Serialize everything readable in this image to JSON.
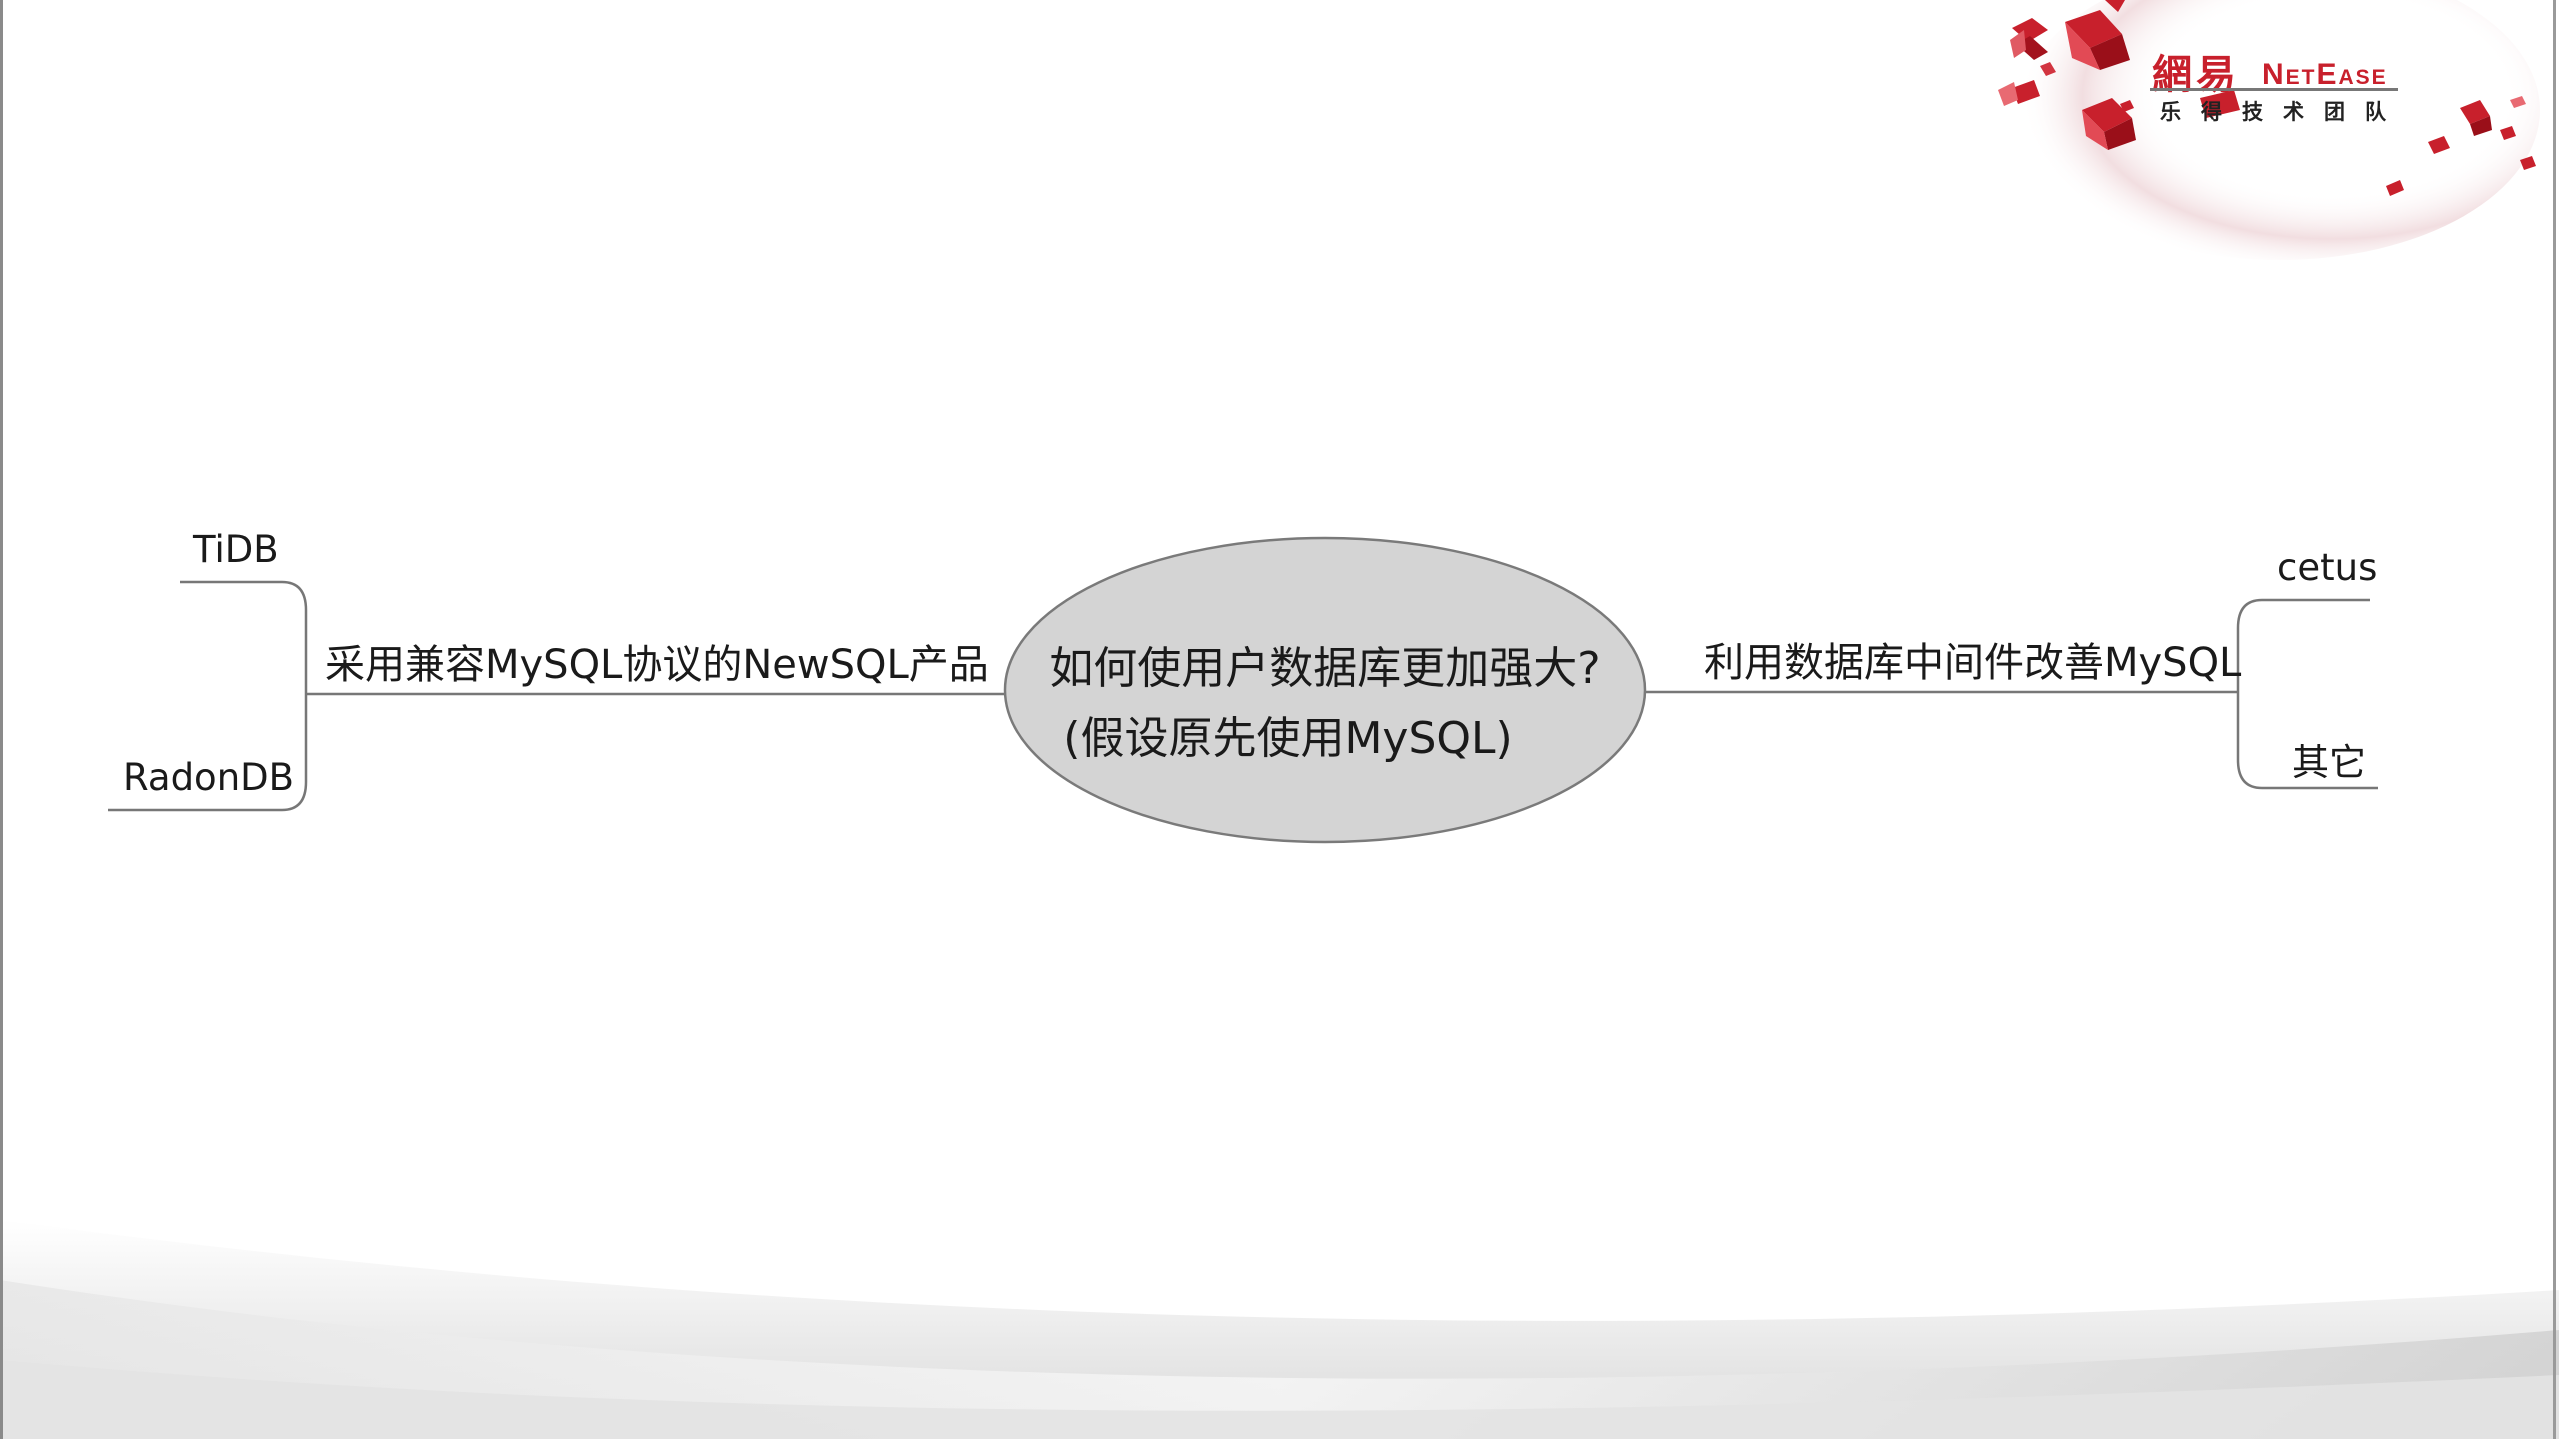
{
  "brand": {
    "cn": "網易",
    "en": "NetEase",
    "team": "乐得技术团队"
  },
  "mindmap": {
    "center": {
      "line1": "如何使用户数据库更加强大?",
      "line2": "(假设原先使用MySQL)"
    },
    "left_branch": {
      "label": "采用兼容MySQL协议的NewSQL产品",
      "children": [
        "TiDB",
        "RadonDB"
      ]
    },
    "right_branch": {
      "label": "利用数据库中间件改善MySQL",
      "children": [
        "cetus",
        "其它"
      ]
    }
  },
  "colors": {
    "line": "#777777",
    "ellipse_fill": "#d4d4d4",
    "ellipse_stroke": "#7a7a7a",
    "brand_red": "#c8202c"
  }
}
